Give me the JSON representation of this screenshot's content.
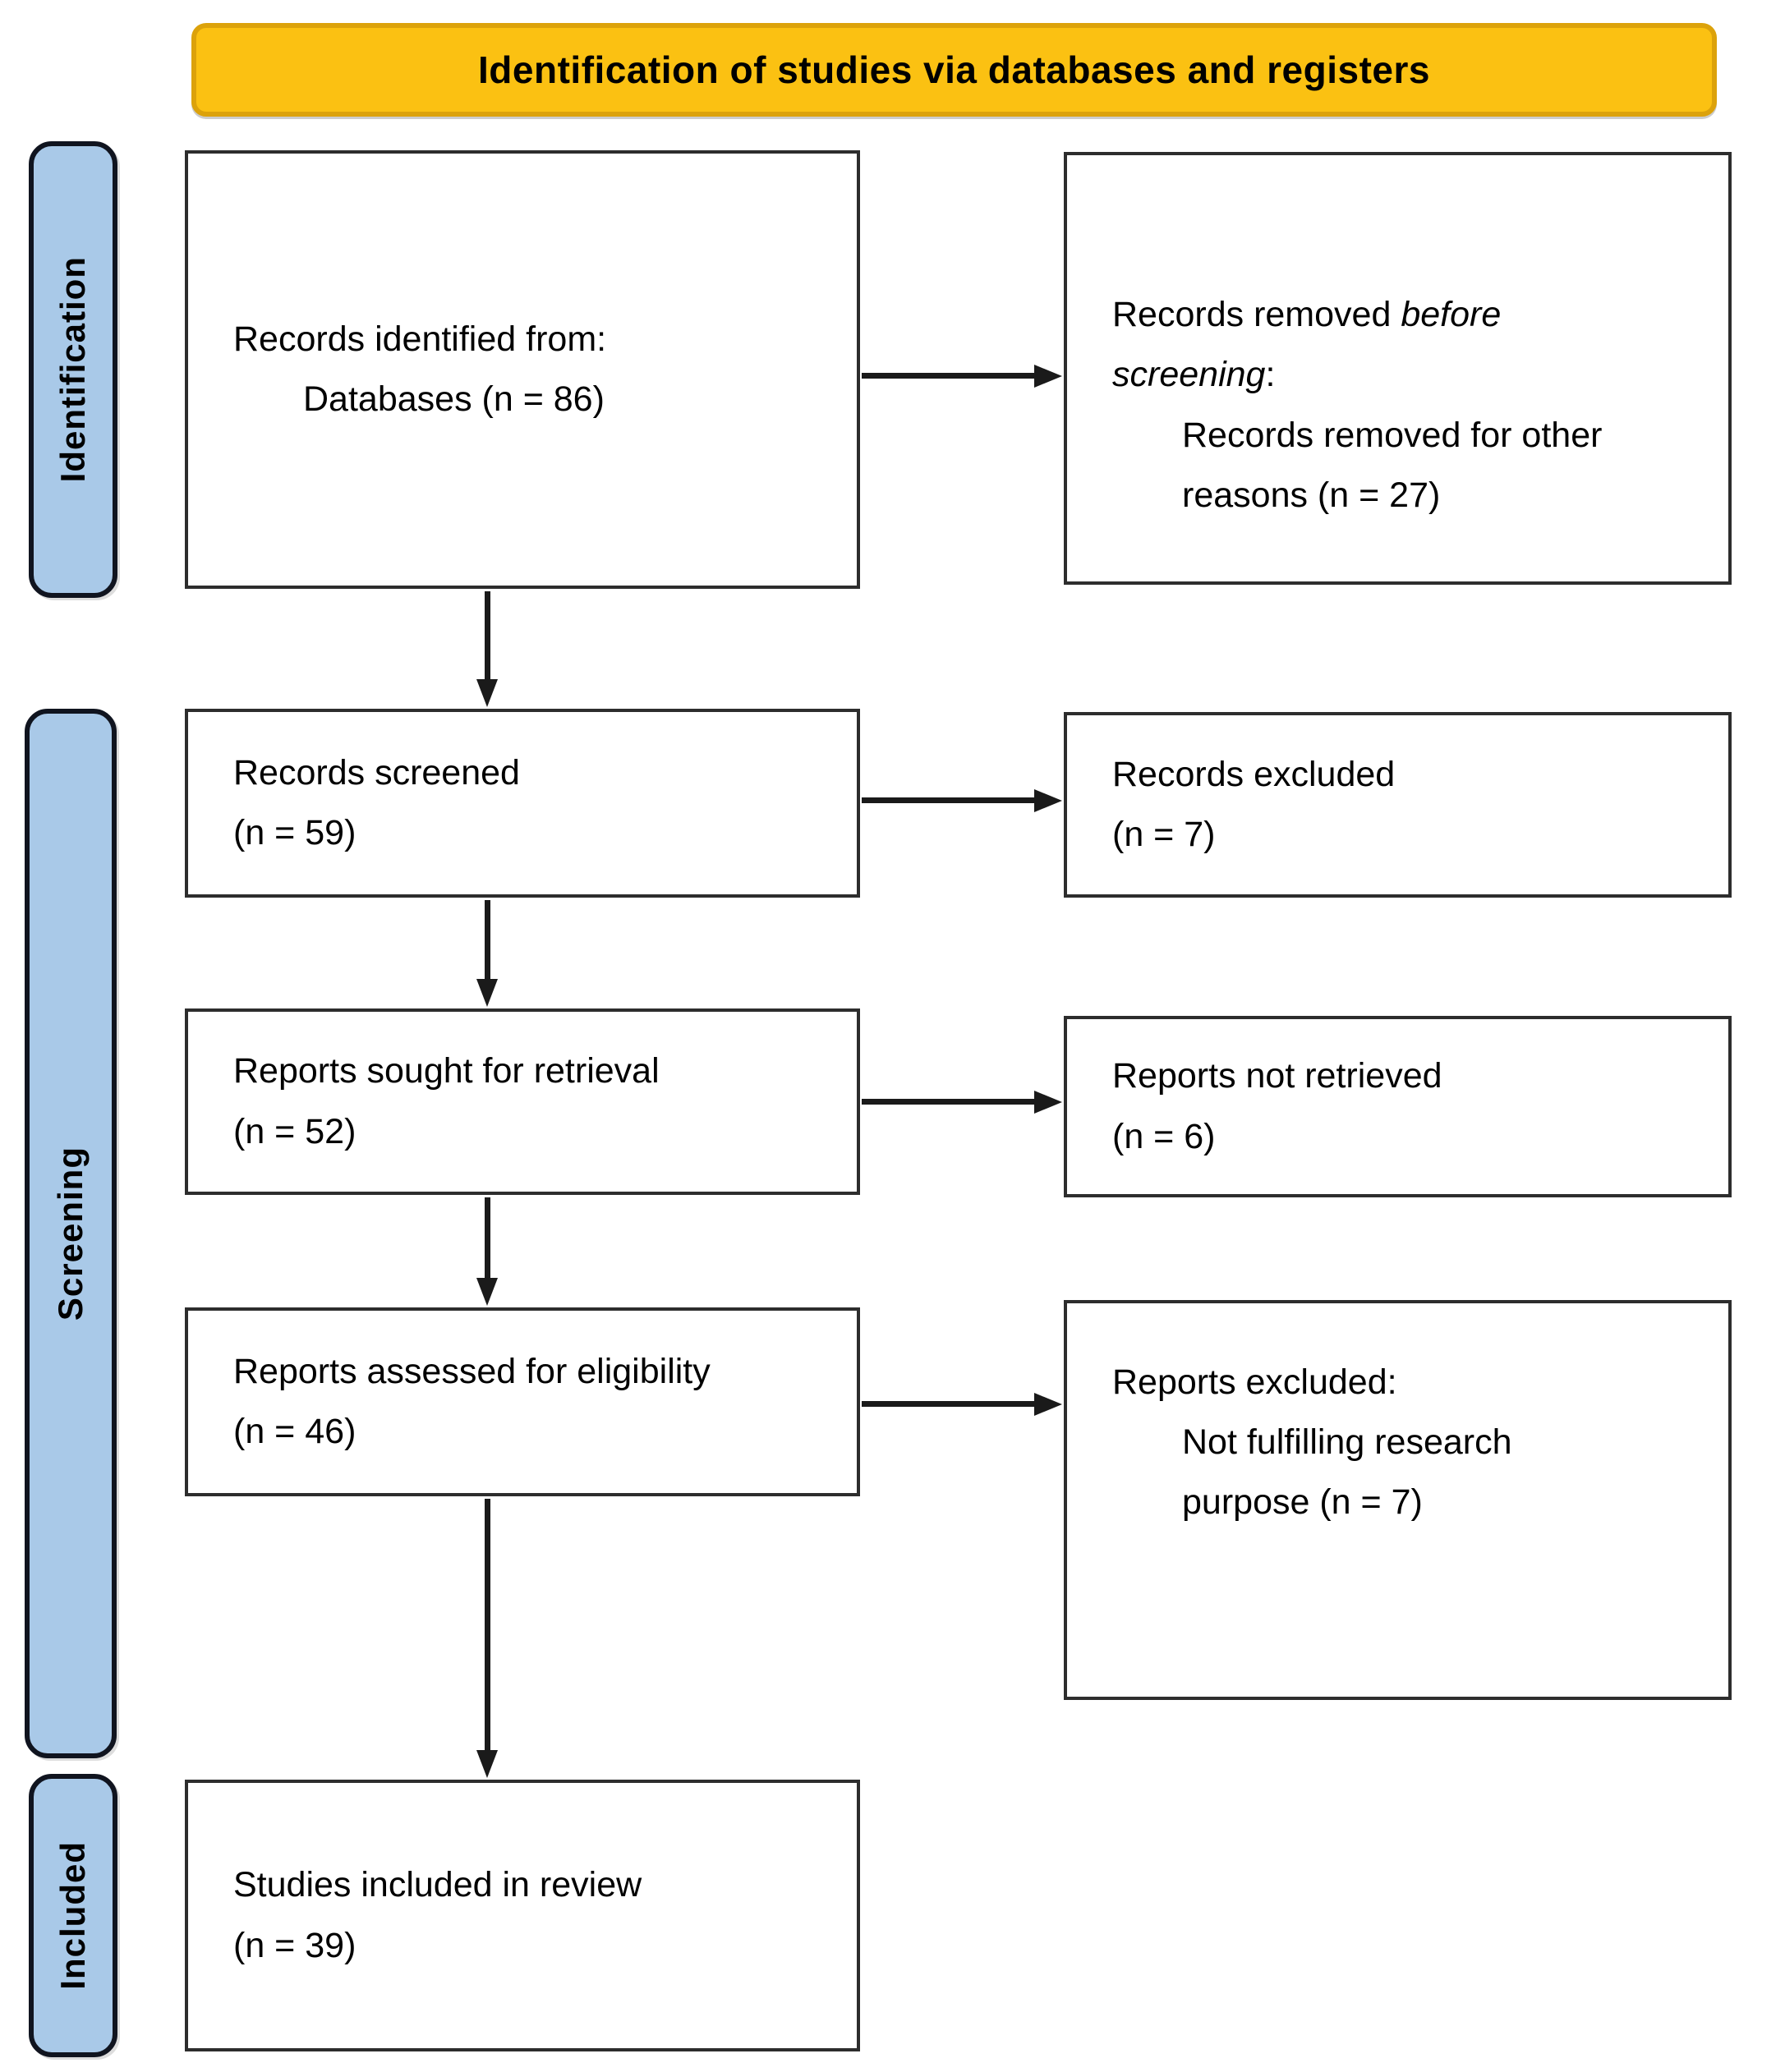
{
  "banner": {
    "title": "Identification of studies via databases and registers"
  },
  "stages": {
    "identification": "Identification",
    "screening": "Screening",
    "included": "Included"
  },
  "boxes": {
    "records_identified": {
      "line1": "Records identified from:",
      "line2": "Databases (n = 86)"
    },
    "records_removed": {
      "line1_regular": "Records removed ",
      "line1_italic": "before",
      "line2_italic": "screening",
      "line2_regular": ":",
      "line3": "Records removed for other",
      "line4": "reasons (n = 27)"
    },
    "records_screened": {
      "line1": "Records screened",
      "line2": "(n = 59)"
    },
    "records_excluded": {
      "line1": "Records excluded",
      "line2": "(n = 7)"
    },
    "reports_sought": {
      "line1": "Reports sought for retrieval",
      "line2": "(n = 52)"
    },
    "reports_not_retrieved": {
      "line1": "Reports not retrieved",
      "line2": "(n = 6)"
    },
    "reports_assessed": {
      "line1": "Reports assessed for eligibility",
      "line2": "(n = 46)"
    },
    "reports_excluded": {
      "line1": "Reports excluded:",
      "line2": "Not fulfilling research",
      "line3": "purpose (n = 7)"
    },
    "studies_included": {
      "line1": "Studies included in review",
      "line2": "(n = 39)"
    }
  },
  "colors": {
    "banner_fill": "#FBC112",
    "banner_border": "#DCA20B",
    "stage_fill": "#A9C9E8",
    "stage_border": "#10141F",
    "box_border": "#2D2D2D",
    "arrow": "#1A1A1A",
    "text": "#000000",
    "background": "#FFFFFF"
  }
}
